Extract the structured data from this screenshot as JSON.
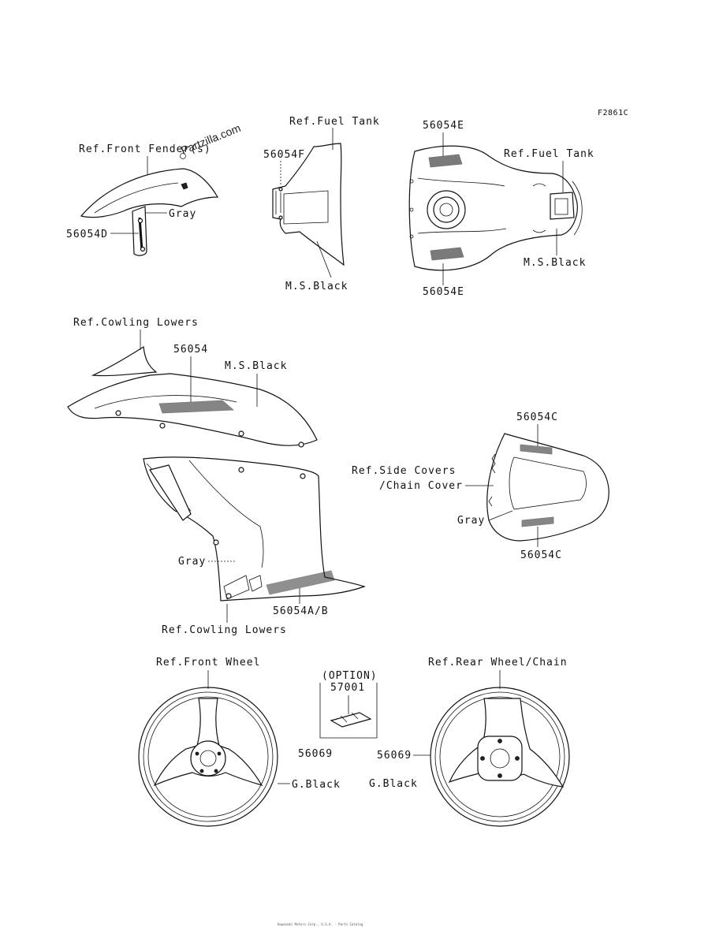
{
  "figure_id": "F2861C",
  "watermark": "Partzilla.com",
  "footer": "Kawasaki Motors Corp., U.S.A. · Parts Catalog",
  "labels": {
    "ref_front_fender": "Ref.Front Fender(s)",
    "p56054D": "56054D",
    "gray_fender": "Gray",
    "ref_fuel_tank_1": "Ref.Fuel Tank",
    "p56054F": "56054F",
    "ms_black_1": "M.S.Black",
    "p56054E_top": "56054E",
    "ref_fuel_tank_2": "Ref.Fuel Tank",
    "ms_black_2": "M.S.Black",
    "p56054E_bottom": "56054E",
    "ref_cowling_lowers_1": "Ref.Cowling Lowers",
    "p56054": "56054",
    "ms_black_3": "M.S.Black",
    "p56054C_top": "56054C",
    "ref_side_covers": "Ref.Side Covers",
    "chain_cover": "/Chain Cover",
    "gray_side": "Gray",
    "p56054C_bottom": "56054C",
    "gray_cowl": "Gray",
    "p56054AB": "56054A/B",
    "ref_cowling_lowers_2": "Ref.Cowling Lowers",
    "ref_front_wheel": "Ref.Front Wheel",
    "option": "(OPTION)",
    "p57001": "57001",
    "ref_rear_wheel": "Ref.Rear Wheel/Chain",
    "p56069_front": "56069",
    "g_black_front": "G.Black",
    "p56069_rear": "56069",
    "g_black_rear": "G.Black"
  }
}
